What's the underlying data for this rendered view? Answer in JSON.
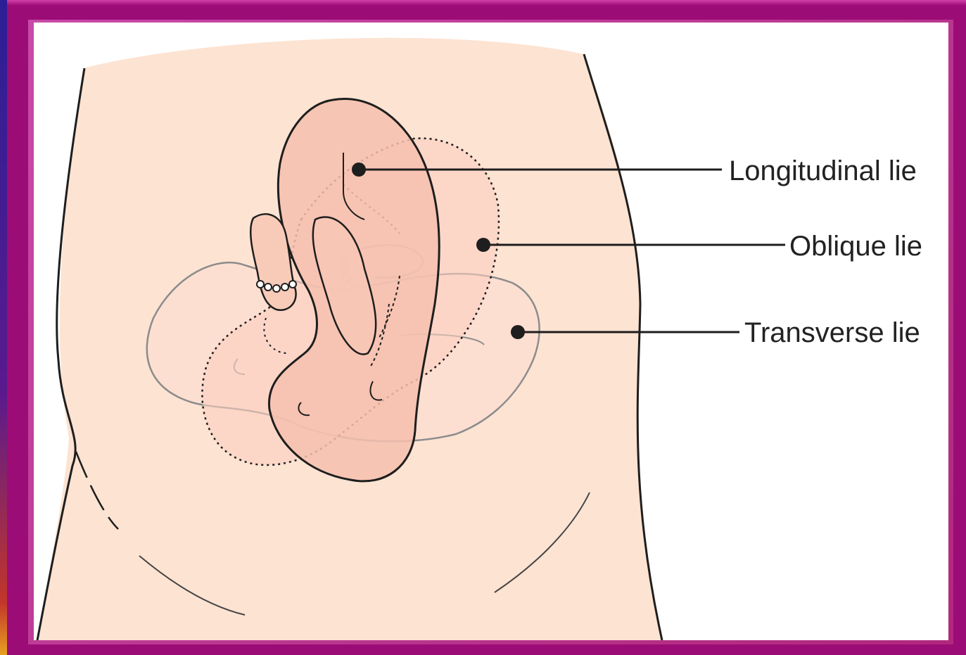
{
  "labels": {
    "longitudinal": "Longitudinal lie",
    "oblique": "Oblique lie",
    "transverse": "Transverse lie"
  },
  "colors": {
    "skin": "#fde3d2",
    "fetus_longitudinal": "#f6bfae",
    "fetus_overlay": "#fbd4c4",
    "outline": "#1e1e1e",
    "transverse_outline": "#8c8c8c",
    "frame": "#9c0c76"
  }
}
